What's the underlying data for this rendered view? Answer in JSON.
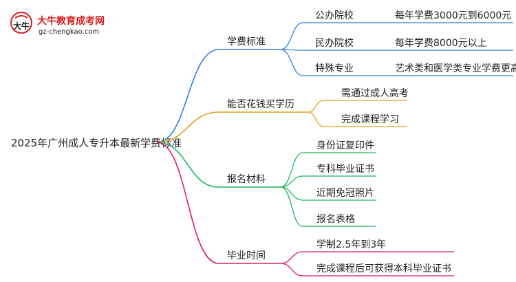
{
  "logo": {
    "cn": "大牛教育成考网",
    "url": "gz-chengkao.com",
    "mark": "大牛",
    "colors": {
      "red": "#d81e1e",
      "text": "#222222"
    }
  },
  "root": "2025年广州成人专升本最新学费标准",
  "branches": [
    {
      "label": "学费标准",
      "color": "#2b7fe0",
      "children": [
        {
          "label": "公办院校",
          "detail": "每年学费3000元到6000元"
        },
        {
          "label": "民办院校",
          "detail": "每年学费8000元以上"
        },
        {
          "label": "特殊专业",
          "detail": "艺术类和医学类专业学费更高"
        }
      ]
    },
    {
      "label": "能否花钱买学历",
      "color": "#e2a11a",
      "children": [
        {
          "label": "需通过成人高考"
        },
        {
          "label": "完成课程学习"
        }
      ]
    },
    {
      "label": "报名材料",
      "color": "#1db45e",
      "children": [
        {
          "label": "身份证复印件"
        },
        {
          "label": "专科毕业证书"
        },
        {
          "label": "近期免冠照片"
        },
        {
          "label": "报名表格"
        }
      ]
    },
    {
      "label": "毕业时间",
      "color": "#e0186c",
      "children": [
        {
          "label": "学制2.5年到3年"
        },
        {
          "label": "完成课程后可获得本科毕业证书"
        }
      ]
    }
  ]
}
